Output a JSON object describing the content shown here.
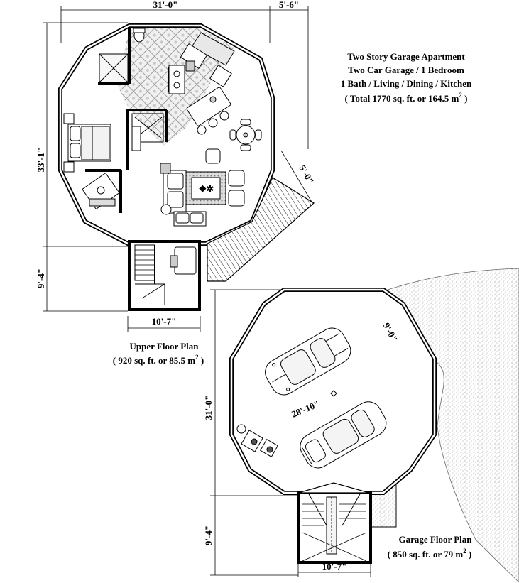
{
  "description": {
    "line1": "Two Story Garage Apartment",
    "line2": "Two Car Garage / 1 Bedroom",
    "line3": "1 Bath / Living / Dining / Kitchen",
    "line4": "( Total 1770 sq. ft. or 164.5 m",
    "line4_sup": "2",
    "line4_end": " )"
  },
  "upper_floor": {
    "title": "Upper Floor Plan",
    "area": "( 920 sq. ft. or 85.5 m",
    "area_sup": "2",
    "area_end": " )",
    "dim_top": "31'-0\"",
    "dim_top_right": "5'-6\"",
    "dim_left": "33'-1\"",
    "dim_deck": "5'-0\"",
    "dim_stair_height": "9'-4\"",
    "dim_stair_width": "10'-7\""
  },
  "garage_floor": {
    "title": "Garage Floor Plan",
    "area": "( 850 sq. ft. or 79 m",
    "area_sup": "2",
    "area_end": " )",
    "dim_diag": "28'-10\"",
    "dim_door": "9'-0\"",
    "dim_left": "31'-0\"",
    "dim_stair_height": "9'-4\"",
    "dim_stair_width": "10'-7\""
  },
  "colors": {
    "line": "#000000",
    "tile": "#b9b9b9",
    "wall": "#555555",
    "shade": "#9a9a9a"
  }
}
